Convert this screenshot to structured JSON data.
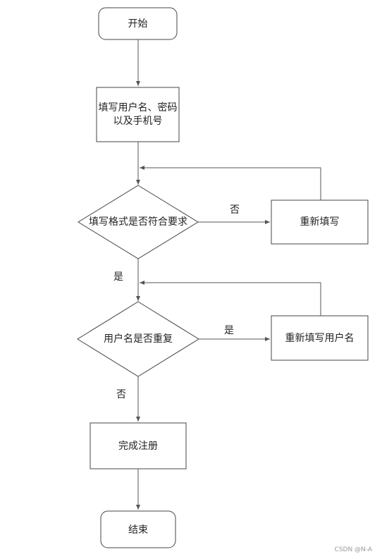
{
  "nodes": {
    "start": "开始",
    "input_line1": "填写用户名、密码",
    "input_line2": "以及手机号",
    "check_format": "填写格式是否符合要求",
    "refill": "重新填写",
    "check_duplicate": "用户名是否重复",
    "refill_username": "重新填写用户名",
    "complete": "完成注册",
    "end": "结束"
  },
  "edge_labels": {
    "format_no": "否",
    "format_yes": "是",
    "dup_yes": "是",
    "dup_no": "否"
  },
  "watermark": "CSDN @N-A"
}
